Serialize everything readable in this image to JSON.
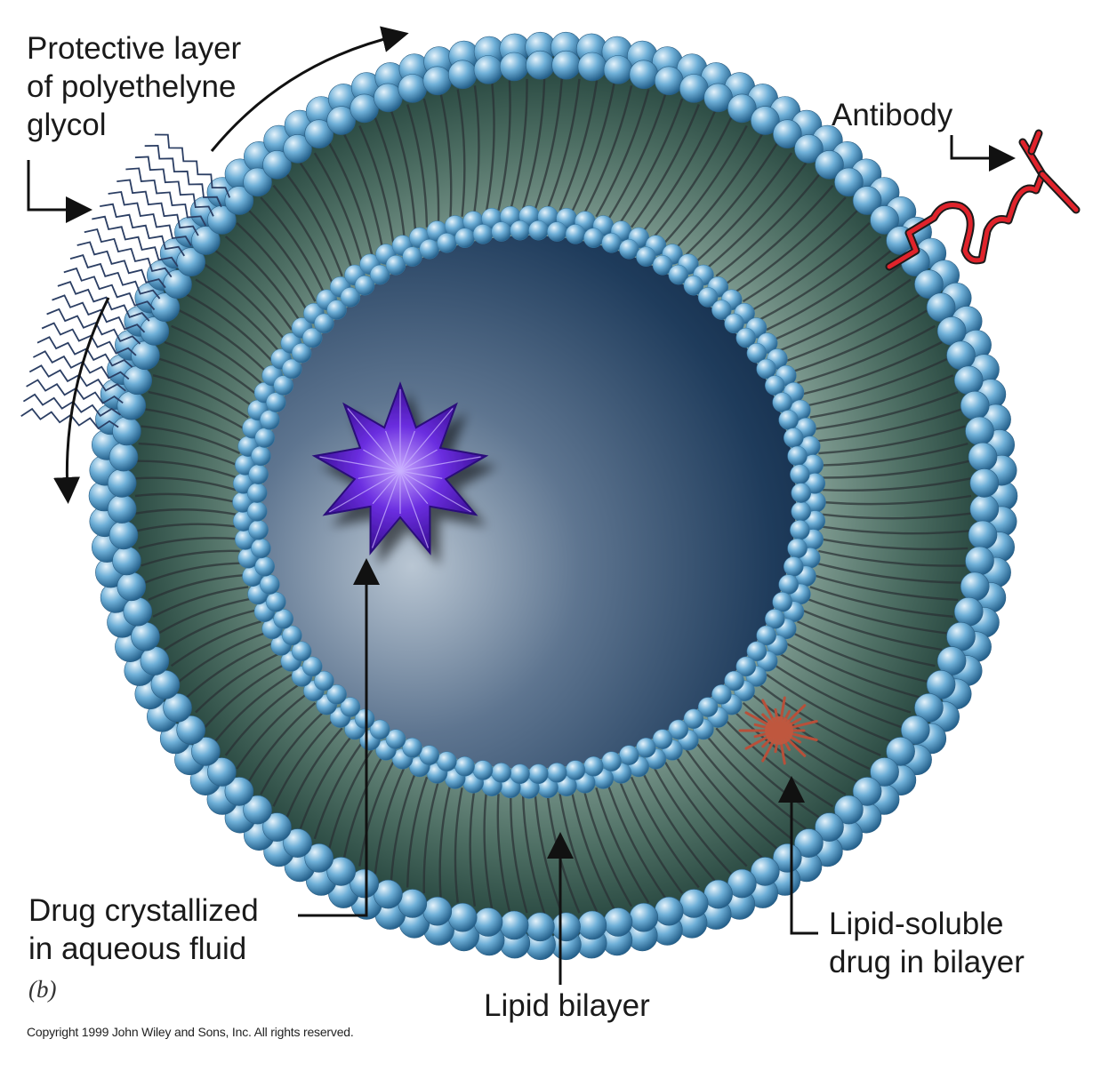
{
  "labels": {
    "peg": [
      "Protective layer",
      "of polyethelyne",
      "glycol"
    ],
    "antibody": "Antibody",
    "drug_aqueous": [
      "Drug crystallized",
      "in aqueous fluid"
    ],
    "lipid_bilayer": "Lipid bilayer",
    "lipid_soluble": [
      "Lipid-soluble",
      "drug in bilayer"
    ],
    "panel": "(b)",
    "copyright": "Copyright 1999 John Wiley and Sons, Inc. All rights reserved."
  },
  "colors": {
    "lipid_head": "#5a9fcb",
    "core_dark": "#0f2a45",
    "bilayer_fill": "#5b7c70",
    "antibody": "#d9232a",
    "crystal": "#5a22c9",
    "lipid_drug": "#b8503a",
    "peg_chain": "#2b3e63"
  }
}
